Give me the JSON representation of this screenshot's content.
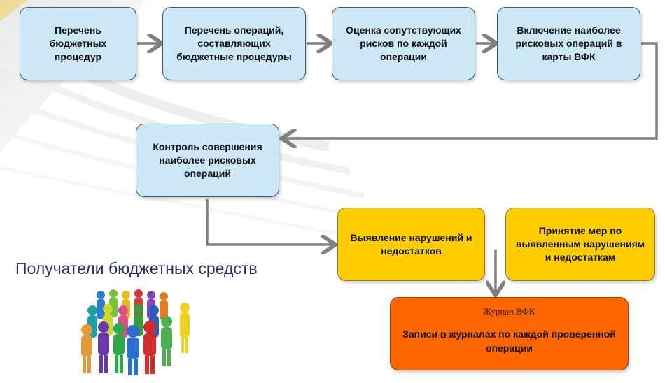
{
  "process_boxes": [
    "Перечень бюджетных процедур",
    "Перечень операций, составляющих бюджетные процедуры",
    "Оценка сопутствующих рисков по каждой операции",
    "Включение наиболее рисковых операций в карты ВФК",
    "Контроль совершения наиболее рисковых операций"
  ],
  "result_boxes": [
    "Выявление нарушений и недостатков",
    "Принятие мер по выявленным нарушениям и недостаткам"
  ],
  "journal": {
    "title": "Журнал ВФК",
    "text": "Записи в журналах по каждой проверенной операции"
  },
  "recipients_label": "Получатели бюджетных средств",
  "colors": {
    "blue_box": "#cce7f6",
    "yellow_box": "#ffcc00",
    "orange_box": "#ff6600",
    "arrow": "#808080",
    "recipients_text": "#2a2f66"
  },
  "icons": [
    "people-crowd-illustration"
  ]
}
